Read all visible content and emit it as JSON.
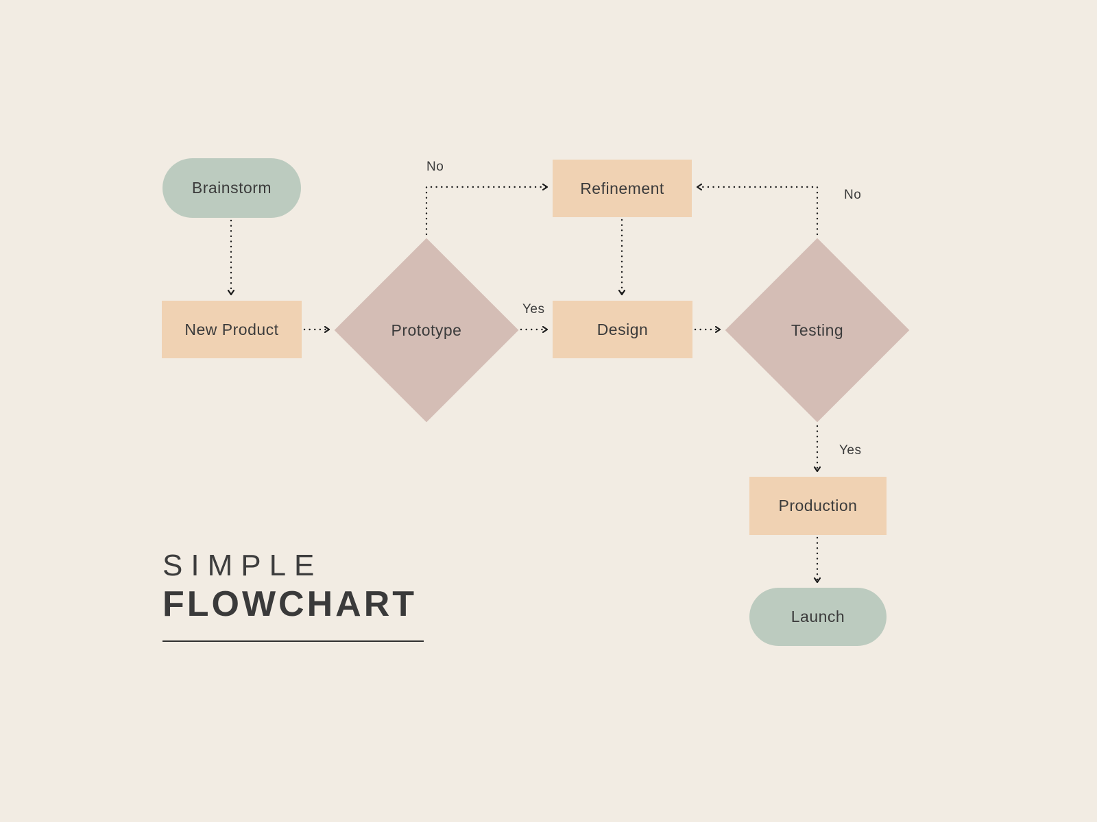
{
  "title": {
    "line1": "SIMPLE",
    "line2": "FLOWCHART"
  },
  "nodes": {
    "brainstorm": {
      "label": "Brainstorm",
      "shape": "pill"
    },
    "new_product": {
      "label": "New Product",
      "shape": "rect"
    },
    "prototype": {
      "label": "Prototype",
      "shape": "diamond"
    },
    "refinement": {
      "label": "Refinement",
      "shape": "rect"
    },
    "design": {
      "label": "Design",
      "shape": "rect"
    },
    "testing": {
      "label": "Testing",
      "shape": "diamond"
    },
    "production": {
      "label": "Production",
      "shape": "rect"
    },
    "launch": {
      "label": "Launch",
      "shape": "pill"
    }
  },
  "edge_labels": {
    "prototype_no": "No",
    "prototype_yes": "Yes",
    "testing_no": "No",
    "testing_yes": "Yes"
  },
  "edges": [
    {
      "from": "brainstorm",
      "to": "new_product",
      "label": ""
    },
    {
      "from": "new_product",
      "to": "prototype",
      "label": ""
    },
    {
      "from": "prototype",
      "to": "refinement",
      "label": "No"
    },
    {
      "from": "prototype",
      "to": "design",
      "label": "Yes"
    },
    {
      "from": "refinement",
      "to": "design",
      "label": ""
    },
    {
      "from": "design",
      "to": "testing",
      "label": ""
    },
    {
      "from": "testing",
      "to": "refinement",
      "label": "No"
    },
    {
      "from": "testing",
      "to": "production",
      "label": "Yes"
    },
    {
      "from": "production",
      "to": "launch",
      "label": ""
    }
  ],
  "colors": {
    "background": "#f2ece3",
    "pill": "#bccbbf",
    "rect": "#f0d2b3",
    "diamond": "#d4bdb5",
    "text": "#3b3b3b",
    "arrow": "#1c1c1c"
  }
}
